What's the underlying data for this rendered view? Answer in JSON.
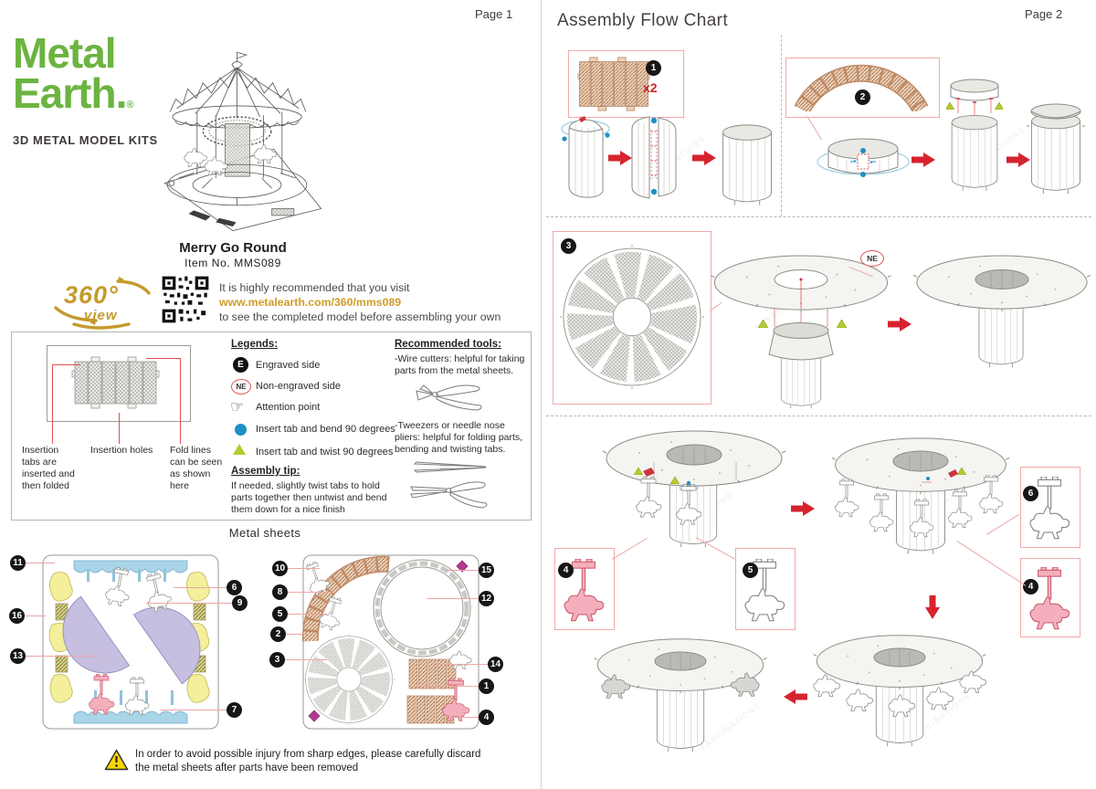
{
  "page1": {
    "page_label": "Page 1",
    "brand": {
      "name_line1": "Metal",
      "name_line2": "Earth.",
      "reg": "®",
      "tagline": "3D METAL MODEL KITS"
    },
    "product": {
      "title": "Merry Go Round",
      "item_no": "Item No. MMS089"
    },
    "promo": {
      "badge_big": "360°",
      "badge_small": "view",
      "line1": "It is highly recommended that you visit",
      "url": "www.metalearth.com/360/mms089",
      "line2": "to see the completed model before assembling your own"
    },
    "legend": {
      "title": "Legends:",
      "engraved_icon": "E",
      "engraved": "Engraved side",
      "non_engraved_icon": "NE",
      "non_engraved": "Non-engraved side",
      "attention_icon": "☞",
      "attention": "Attention point",
      "bend": "Insert tab and bend 90 degrees",
      "twist": "Insert tab and twist 90 degrees",
      "tip_title": "Assembly tip:",
      "tip_text": "If needed, slightly twist tabs to hold parts together then untwist and bend them down for a nice finish"
    },
    "tools": {
      "title": "Recommended tools:",
      "wire_cutters": "-Wire cutters: helpful for taking parts from the metal sheets.",
      "tweezers": "-Tweezers or needle nose pliers: helpful for folding parts, bending and twisting tabs."
    },
    "diagram": {
      "tabs": "Insertion tabs are inserted and then folded",
      "holes": "Insertion holes",
      "fold": "Fold lines can be seen as shown here"
    },
    "sheets": {
      "title": "Metal sheets",
      "s1": [
        "11",
        "16",
        "13",
        "6",
        "9",
        "7"
      ],
      "s2": [
        "10",
        "8",
        "5",
        "2",
        "3",
        "15",
        "12",
        "14",
        "1",
        "4"
      ]
    },
    "warning": "In order to avoid possible injury from sharp edges, please carefully discard the metal sheets after parts have been removed"
  },
  "page2": {
    "page_label": "Page 2",
    "title": "Assembly Flow Chart",
    "balloons": {
      "s1": "1",
      "qty": "x2",
      "s2": "2",
      "s3": "3",
      "ne": "NE",
      "s4": "4",
      "s5": "5",
      "s6": "6",
      "s4b": "4"
    }
  },
  "watermark": "FASCINATIONS",
  "colors": {
    "brand_green": "#6bb440",
    "accent_red": "#d6232e",
    "gold": "#c49a2b",
    "box_pink": "#f2a9a9",
    "tab_blue": "#1f8fc7",
    "twist_green": "#b6ca2f"
  }
}
